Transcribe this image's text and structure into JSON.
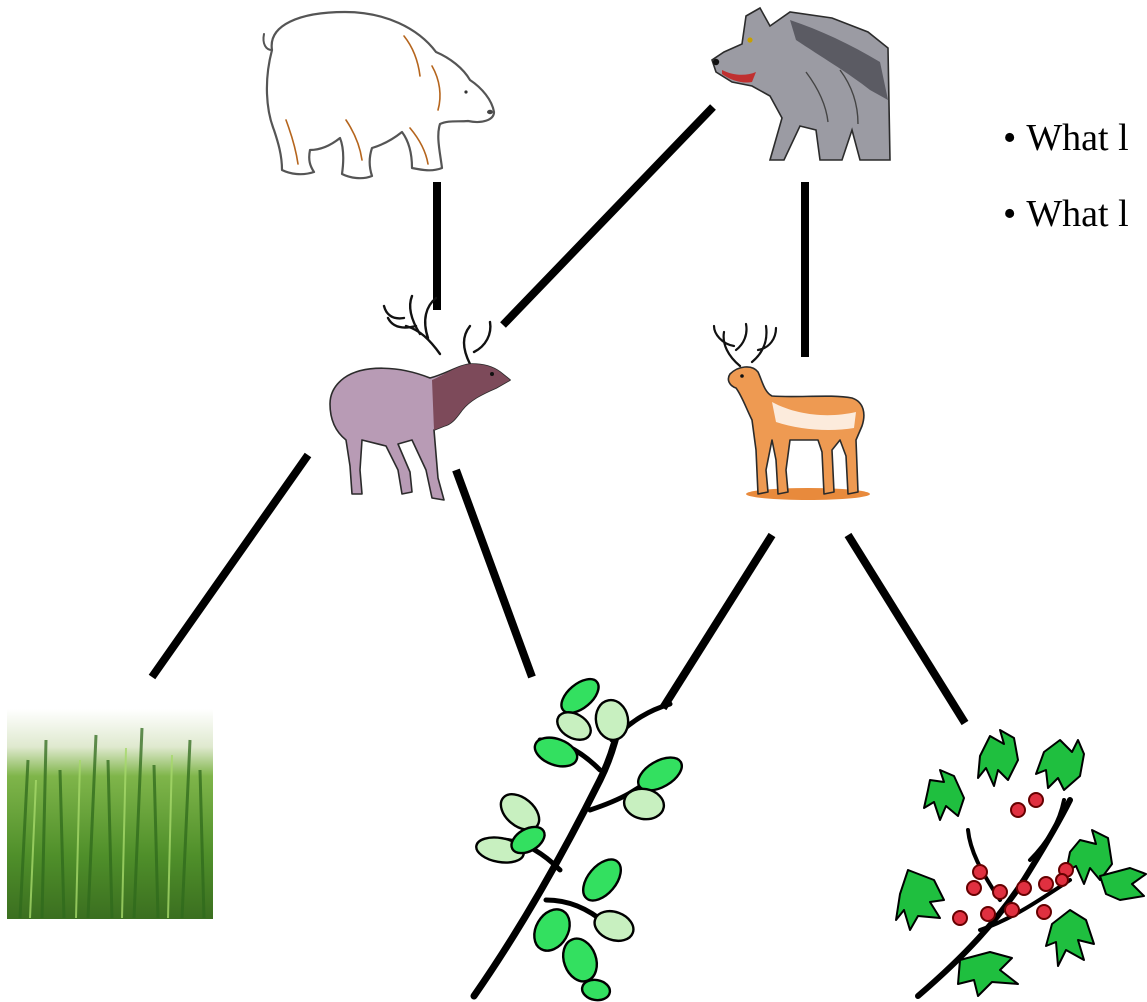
{
  "slide": {
    "questions": [
      "What l",
      "What l"
    ]
  },
  "food_web": {
    "organisms": [
      {
        "key": "bear",
        "icon": "bear-icon"
      },
      {
        "key": "wolf",
        "icon": "wolf-icon"
      },
      {
        "key": "elk",
        "icon": "elk-icon"
      },
      {
        "key": "deer",
        "icon": "deer-icon"
      },
      {
        "key": "grass",
        "icon": "grass-icon"
      },
      {
        "key": "leafy-shrub",
        "icon": "leafy-branch-icon"
      },
      {
        "key": "holly",
        "icon": "holly-berry-icon"
      }
    ],
    "links": [
      [
        "bear",
        "elk"
      ],
      [
        "wolf",
        "elk"
      ],
      [
        "wolf",
        "deer"
      ],
      [
        "elk",
        "grass"
      ],
      [
        "elk",
        "leafy-shrub"
      ],
      [
        "deer",
        "leafy-shrub"
      ],
      [
        "deer",
        "holly"
      ]
    ]
  }
}
